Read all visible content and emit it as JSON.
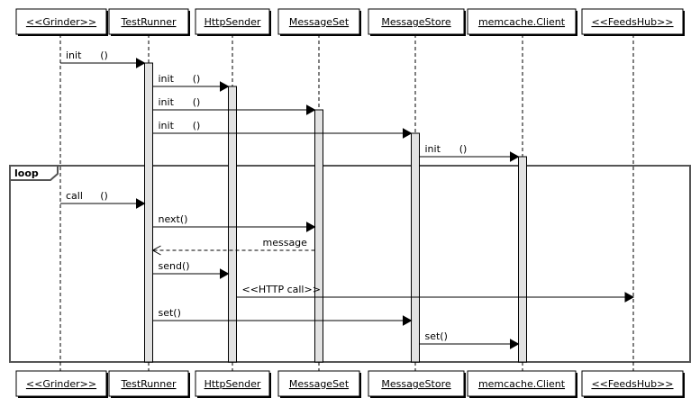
{
  "participants": [
    {
      "name": "<<Grinder>>"
    },
    {
      "name": "TestRunner"
    },
    {
      "name": "HttpSender"
    },
    {
      "name": "MessageSet"
    },
    {
      "name": "MessageStore"
    },
    {
      "name": "memcache.Client"
    },
    {
      "name": "<<FeedsHub>>"
    }
  ],
  "messages": [
    {
      "from": 0,
      "to": 1,
      "label": "init",
      "args": "()",
      "style": "sync"
    },
    {
      "from": 1,
      "to": 2,
      "label": "init",
      "args": "()",
      "style": "sync"
    },
    {
      "from": 1,
      "to": 3,
      "label": "init",
      "args": "()",
      "style": "sync"
    },
    {
      "from": 1,
      "to": 4,
      "label": "init",
      "args": "()",
      "style": "sync"
    },
    {
      "from": 4,
      "to": 5,
      "label": "init",
      "args": "()",
      "style": "sync"
    },
    {
      "from": 0,
      "to": 1,
      "label": "call",
      "args": "()",
      "style": "sync"
    },
    {
      "from": 1,
      "to": 3,
      "label": "next()",
      "args": "",
      "style": "sync"
    },
    {
      "from": 3,
      "to": 1,
      "label": "message",
      "args": "",
      "style": "return"
    },
    {
      "from": 1,
      "to": 2,
      "label": "send()",
      "args": "",
      "style": "sync"
    },
    {
      "from": 2,
      "to": 6,
      "label": "<<HTTP call>>",
      "args": "",
      "style": "sync"
    },
    {
      "from": 1,
      "to": 4,
      "label": "set()",
      "args": "",
      "style": "sync"
    },
    {
      "from": 4,
      "to": 5,
      "label": "set()",
      "args": "",
      "style": "sync"
    }
  ],
  "loop": {
    "label": "loop",
    "first_message": 5,
    "last_message": 11
  }
}
